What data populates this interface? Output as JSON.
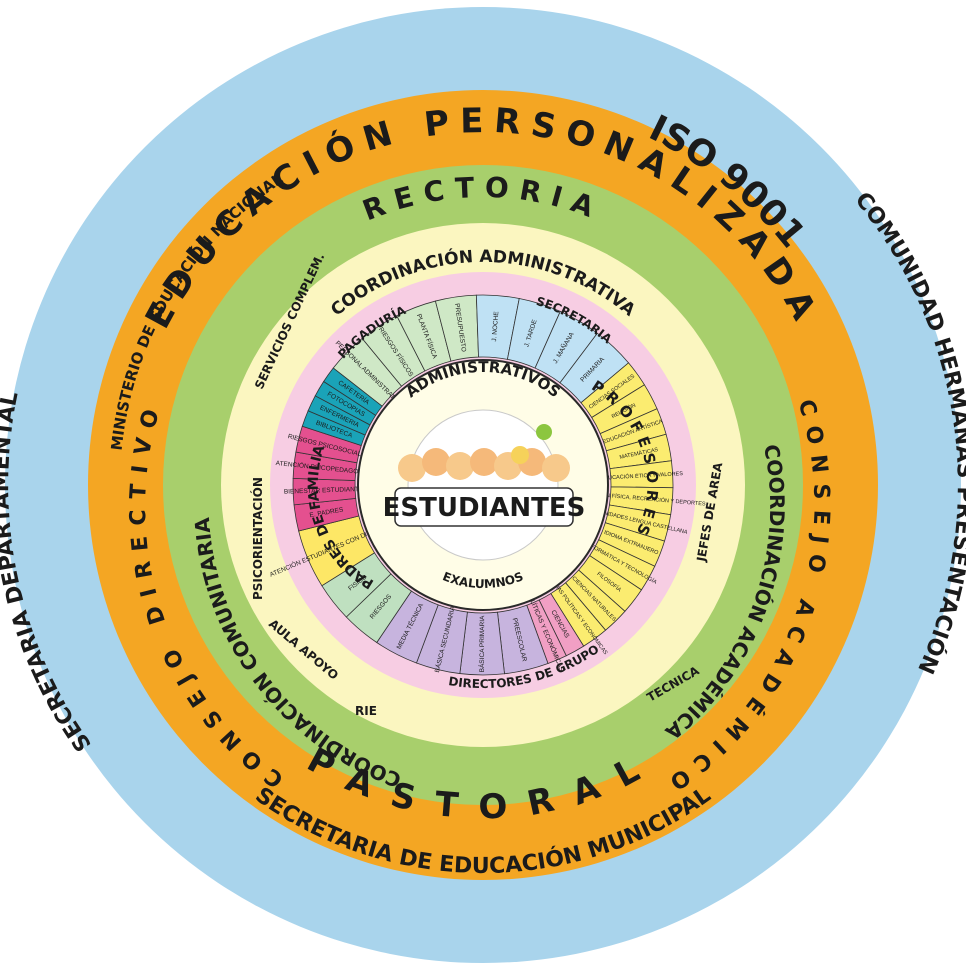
{
  "outer_ring": {
    "top_left": "MINISTERIO DE EDUCACIÓN NACIONAL",
    "top_right": "ISO 9001",
    "left": "SECRETARIA DEPARTAMENTAL",
    "right": "COMUNIDAD HERMANAS PRESENTACIÓN",
    "bottom": "SECRETARIA DE EDUCACIÓN MUNICIPAL"
  },
  "orange_ring": {
    "top": "EDUCACIÓN PERSONALIZADA",
    "bottom": "PASTORAL"
  },
  "green_ring": {
    "top": "RECTORIA",
    "left": "CONSEJO DIRECTIVO",
    "right": "CONSEJO ACADÉMICO"
  },
  "yellow_ring": {
    "top": "COORDINACIÓN ADMINISTRATIVA",
    "left": "COORDINACIÓN COMUNITARIA",
    "right": "COORDINACIÓN ACADÉMICA"
  },
  "pink_ring": {
    "pagaduria": "PAGADURÍA",
    "secretaria": "SECRETARIA",
    "servicios": "SERVICIOS COMPLEM.",
    "psico": "PSICORIENTACIÓN",
    "aula": "AULA APOYO",
    "rie": "RIE",
    "directores": "DIRECTORES DE GRUPO",
    "tecnica": "TECNICA",
    "jefes": "JEFES DE AREA"
  },
  "segments": {
    "pagaduria": [
      "PERSONAL ADMINISTRATIVO",
      "RIESGOS FÍSICOS",
      "PLANTA FÍSICA",
      "PRESUPUESTO"
    ],
    "secretaria": [
      "J. NOCHE",
      "J. TARDE",
      "J. MAÑANA",
      "PRIMARIA"
    ],
    "servicios": [
      "BIBLIOTECA",
      "ENFERMERIA",
      "FOTOCOPIAS",
      "CAFETERÍA"
    ],
    "psico": [
      "E. PADRES",
      "BIENESTAR ESTUDIANTIL",
      "ATENCIÓN PSICOPEDAGÓGICA",
      "RIESGOS PSICOSOCIALES"
    ],
    "aula": [
      "ATENCIÓN ESTUDIANTES CON DIFICULTADES"
    ],
    "rie": [
      "RIESGOS",
      "FISICO"
    ],
    "directores": [
      "PREESCOLAR",
      "BÁSICA PRIMARIA",
      "BÁSICA SECUNDARIA",
      "MEDIA TÉCNICA"
    ],
    "tecnica": [
      "CIENCIAS",
      "POLÍTICAS Y ECONÓMICAS"
    ],
    "jefes": [
      "CIENCIAS SOCIALES",
      "RELIGIÓN",
      "EDUCACIÓN ARTÍSTICA",
      "MATEMÁTICAS",
      "EDUCACIÓN ÉTICA Y VALORES",
      "EDUCACIÓN FÍSICA, RECREACIÓN Y DEPORTES",
      "HUMANIDADES LENGUA CASTELLANA",
      "IDIOMA EXTRANJERO",
      "INFORMÁTICA Y TECNOLOGÍA",
      "FILOSOFÍA",
      "CIENCIAS NATURALES",
      "CIENCIAS POLÍTICAS Y ECONÓMICAS"
    ]
  },
  "inner_ring": {
    "top": "ADMINISTRATIVOS",
    "right": "PROFESORES",
    "left": "PADRES DE FAMILIA",
    "bottom": "EXALUMNOS"
  },
  "center": {
    "label": "ESTUDIANTES"
  },
  "colors": {
    "outer": "#a9d4ec",
    "orange": "#f4a623",
    "green": "#a8cf6c",
    "yellow": "#fbf6c0",
    "pink": "#f7cde3",
    "pagaduria": "#cfe8c6",
    "secretaria": "#bfe1f4",
    "servicios": "#1aa3b8",
    "psico": "#e4508f",
    "aula": "#fde766",
    "rie": "#bfe0c0",
    "directores": "#c7b4de",
    "tecnica": "#f19fc4",
    "jefes": "#fbec70"
  }
}
